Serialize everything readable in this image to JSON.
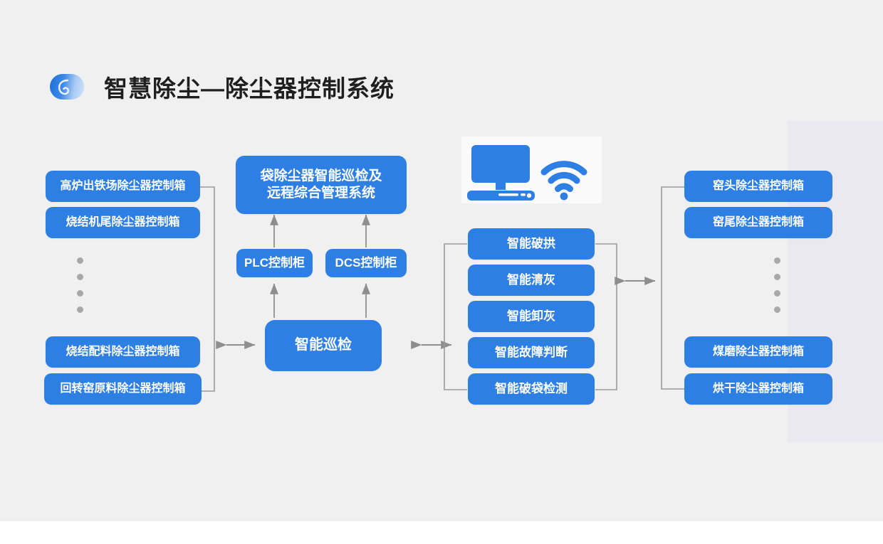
{
  "header": {
    "logo_icon": "swirl-logo-icon",
    "title": "智慧除尘—除尘器控制系统"
  },
  "colors": {
    "node_blue": "#2e7fe4",
    "background": "#f0f0f0",
    "panel": "#e9e9ef",
    "wire": "#9a9a9a",
    "dot": "#a8a8a8",
    "title_text": "#1f1f1f"
  },
  "left_column": {
    "top_items": [
      {
        "label": "高炉出铁场除尘器控制箱"
      },
      {
        "label": "烧结机尾除尘器控制箱"
      }
    ],
    "ellipsis_dots": 4,
    "bottom_items": [
      {
        "label": "烧结配料除尘器控制箱"
      },
      {
        "label": "回转窑原料除尘器控制箱"
      }
    ]
  },
  "center_column": {
    "system_box": "袋除尘器智能巡检及\n远程综合管理系统",
    "system_box_line1": "袋除尘器智能巡检及",
    "system_box_line2": "远程综合管理系统",
    "cabinets": [
      {
        "label": "PLC控制柜"
      },
      {
        "label": "DCS控制柜"
      }
    ],
    "hub": {
      "label": "智能巡检"
    }
  },
  "illustration": {
    "monitor_icon": "desktop-computer-icon",
    "wifi_icon": "wifi-signal-icon"
  },
  "function_column": {
    "items": [
      {
        "label": "智能破拱"
      },
      {
        "label": "智能清灰"
      },
      {
        "label": "智能卸灰"
      },
      {
        "label": "智能故障判断"
      },
      {
        "label": "智能破袋检测"
      }
    ]
  },
  "right_column": {
    "top_items": [
      {
        "label": "窑头除尘器控制箱"
      },
      {
        "label": "窑尾除尘器控制箱"
      }
    ],
    "ellipsis_dots": 4,
    "bottom_items": [
      {
        "label": "煤磨除尘器控制箱"
      },
      {
        "label": "烘干除尘器控制箱"
      }
    ]
  },
  "connectors": {
    "left_bidirectional_arrow": "bidirectional-arrow-left",
    "right_bidirectional_arrow": "bidirectional-arrow-right",
    "function_bidirectional_arrow": "bidirectional-arrow-functions",
    "plc_up_arrow": "up-arrow-plc",
    "dcs_up_arrow": "up-arrow-dcs",
    "hub_to_plc_arrow": "up-arrow-hub-plc",
    "hub_to_dcs_arrow": "up-arrow-hub-dcs"
  }
}
